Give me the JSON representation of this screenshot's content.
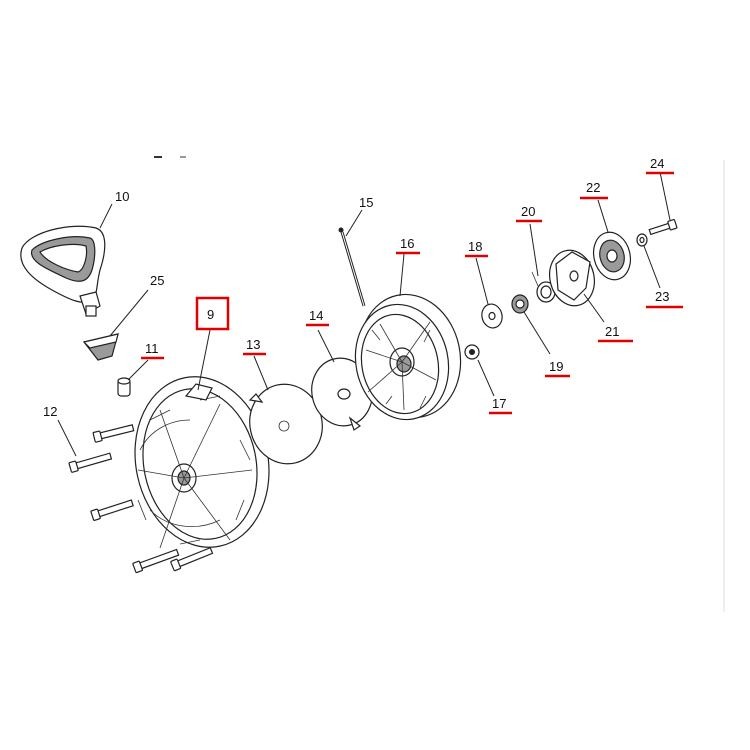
{
  "labels": {
    "l9": "9",
    "l10": "10",
    "l11": "11",
    "l12": "12",
    "l13": "13",
    "l14": "14",
    "l15": "15",
    "l16": "16",
    "l17": "17",
    "l18": "18",
    "l19": "19",
    "l20": "20",
    "l21": "21",
    "l22": "22",
    "l23": "23",
    "l24": "24",
    "l25": "25"
  },
  "colors": {
    "highlight": "#e00000",
    "line": "#222222",
    "background": "#ffffff"
  }
}
